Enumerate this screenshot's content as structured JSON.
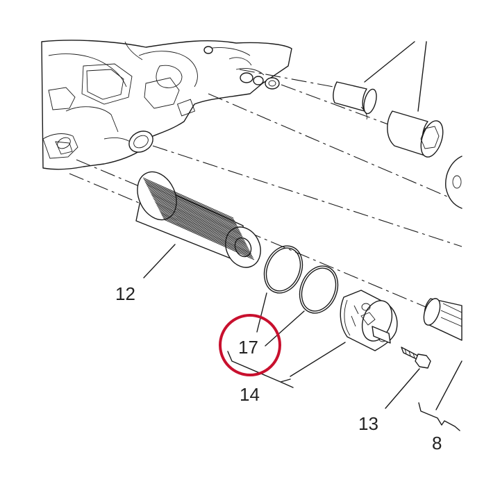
{
  "callouts": {
    "c12": "12",
    "c17": "17",
    "c14": "14",
    "c13": "13",
    "c8": "8"
  },
  "colors": {
    "line": "#1a1a1a",
    "highlight": "#c8102e",
    "background": "#ffffff"
  }
}
